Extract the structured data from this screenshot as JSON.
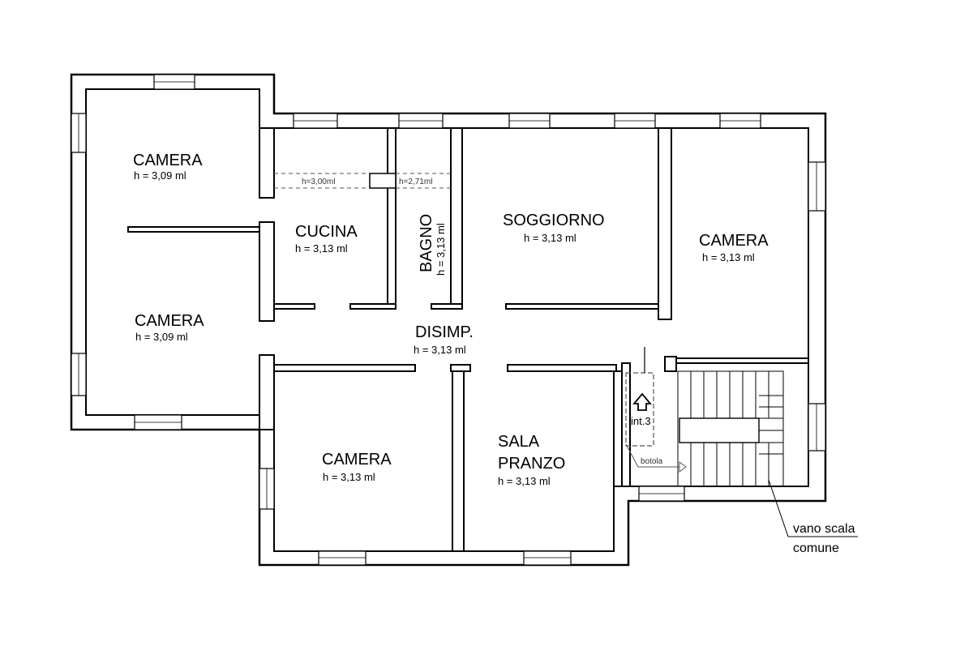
{
  "rooms": {
    "camera_top_left": {
      "name": "CAMERA",
      "height": "h = 3,09 ml"
    },
    "camera_mid_left": {
      "name": "CAMERA",
      "height": "h = 3,09 ml"
    },
    "cucina": {
      "name": "CUCINA",
      "height": "h = 3,13 ml",
      "ceiling": "h=3,00ml"
    },
    "bagno": {
      "name": "BAGNO",
      "height": "h = 3,13 ml",
      "ceiling": "h=2,71ml"
    },
    "soggiorno": {
      "name": "SOGGIORNO",
      "height": "h = 3,13 ml"
    },
    "camera_right": {
      "name": "CAMERA",
      "height": "h = 3,13 ml"
    },
    "disimp": {
      "name": "DISIMP.",
      "height": "h = 3,13 ml"
    },
    "camera_bottom": {
      "name": "CAMERA",
      "height": "h = 3,13 ml"
    },
    "sala_pranzo": {
      "name_line1": "SALA",
      "name_line2": "PRANZO",
      "height": "h = 3,13 ml"
    }
  },
  "stair": {
    "unit": "int.3",
    "hatch": "botola",
    "note_line1": "vano scala",
    "note_line2": "comune"
  }
}
